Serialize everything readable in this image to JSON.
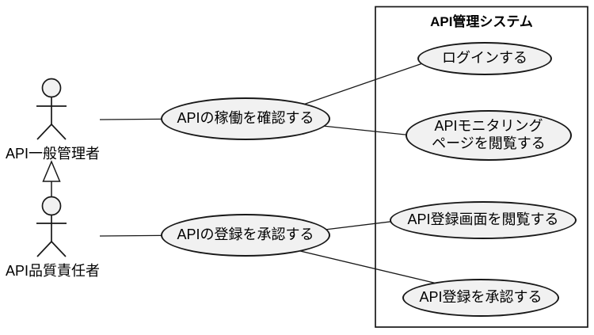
{
  "diagram": {
    "type": "uml-use-case",
    "system": {
      "title": "API管理システム"
    },
    "actors": [
      {
        "id": "api-general-admin",
        "label": "API一般管理者"
      },
      {
        "id": "api-quality-owner",
        "label": "API品質責任者"
      }
    ],
    "usecases": [
      {
        "id": "login",
        "label": "ログインする"
      },
      {
        "id": "check-api-operation",
        "label": "APIの稼働を確認する"
      },
      {
        "id": "view-monitoring-page",
        "line1": "APIモニタリング",
        "line2": "ページを閲覧する"
      },
      {
        "id": "approve-api-registration",
        "label": "APIの登録を承認する"
      },
      {
        "id": "view-registration-screen",
        "label": "API登録画面を閲覧する"
      },
      {
        "id": "approve-registered-api",
        "label": "API登録を承認する"
      }
    ],
    "relations": [
      {
        "from": "api-general-admin",
        "to": "check-api-operation"
      },
      {
        "from": "check-api-operation",
        "to": "login"
      },
      {
        "from": "check-api-operation",
        "to": "view-monitoring-page"
      },
      {
        "from": "api-quality-owner",
        "to": "approve-api-registration"
      },
      {
        "from": "approve-api-registration",
        "to": "view-registration-screen"
      },
      {
        "from": "approve-api-registration",
        "to": "approve-registered-api"
      },
      {
        "from": "api-quality-owner",
        "to": "api-general-admin",
        "kind": "generalization"
      }
    ],
    "colors": {
      "background": "#ffffff",
      "stroke": "#181818",
      "shape_fill": "#f1f1f1"
    }
  }
}
